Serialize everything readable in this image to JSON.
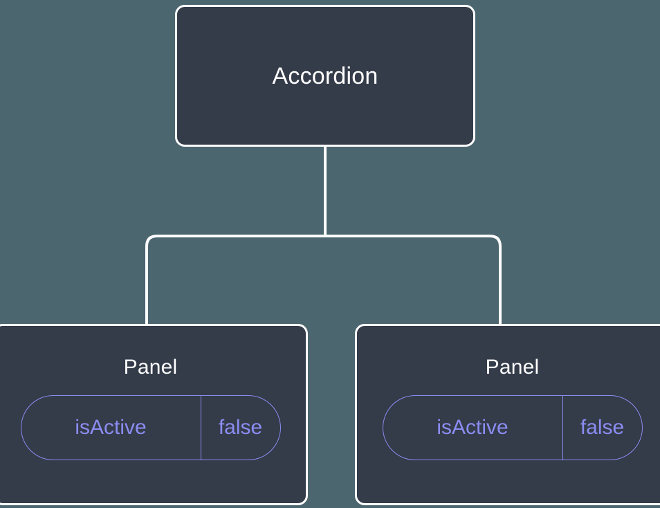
{
  "diagram": {
    "type": "component-tree",
    "background_color": "#4c6670",
    "node_fill_color": "#343b49",
    "node_border_color": "#ffffff",
    "edge_color": "#ffffff",
    "accent_color": "#8b8df2",
    "root": {
      "label": "Accordion"
    },
    "children": [
      {
        "label": "Panel",
        "props": [
          {
            "key": "isActive",
            "value": "false"
          }
        ]
      },
      {
        "label": "Panel",
        "props": [
          {
            "key": "isActive",
            "value": "false"
          }
        ]
      }
    ]
  }
}
